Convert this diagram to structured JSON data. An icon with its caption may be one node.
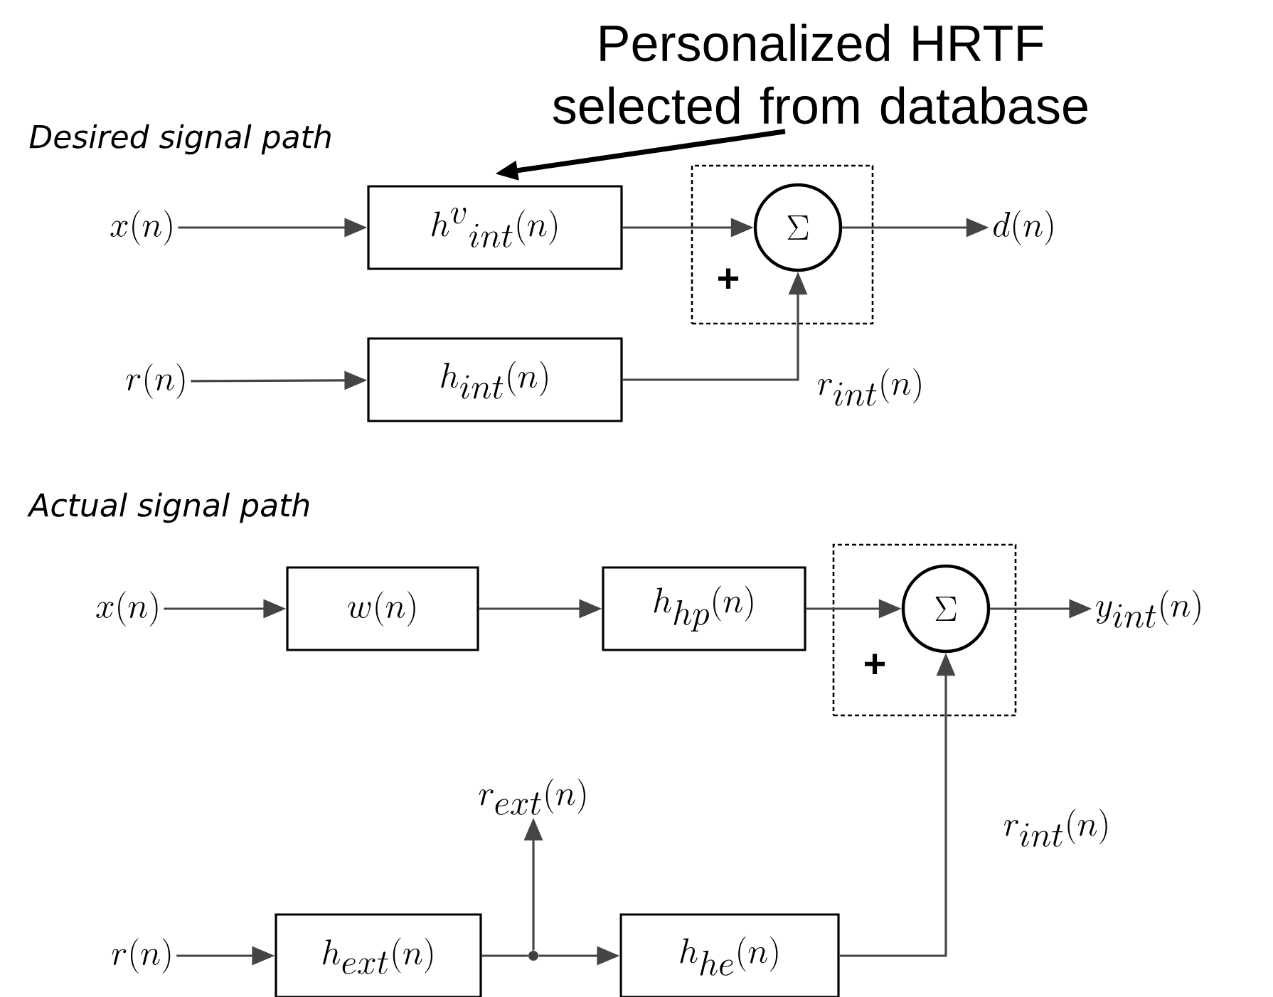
{
  "diagram": {
    "nodes": [
      {
        "text": [
          "Personalized HRTF selected from database"
        ]
      },
      {
        "text": [
          "x(n)"
        ]
      },
      {
        "text": [
          "h^{v}{}_{int}(n)"
        ]
      },
      {
        "text": [
          "+"
        ]
      },
      {
        "text": [
          "\\Sigma"
        ],
        "in": 3
      },
      {
        "text": [
          "d(n)"
        ]
      },
      {
        "text": [
          "r(n)"
        ]
      },
      {
        "text": [
          "h_{int}(n)"
        ]
      },
      {
        "text": [
          "x(n)"
        ]
      },
      {
        "text": [
          "w(n)"
        ]
      },
      {
        "text": [
          "h_{hp}(n)"
        ]
      },
      {
        "text": [
          "+"
        ]
      },
      {
        "text": [
          "\\Sigma"
        ],
        "in": 11
      },
      {
        "text": [
          "y_{int}(n)"
        ]
      },
      {
        "text": [
          "r(n)"
        ]
      },
      {
        "text": [
          "h_{ext}(n)"
        ]
      },
      {
        "text": [],
        "shape": "circle"
      },
      {
        "text": [
          "r_{ext}(n)"
        ]
      },
      {
        "text": [
          "h_{he}(n)"
        ]
      }
    ],
    "edges": [
      {
        "from": 0,
        "to": 2,
        "arrow": "to",
        "style": "thick",
        "color": "#000000"
      },
      {
        "from": 1,
        "to": 2,
        "arrow": "to"
      },
      {
        "from": 2,
        "to": 4,
        "arrow": "to"
      },
      {
        "from": 4,
        "to": 5,
        "arrow": "to"
      },
      {
        "from": 6,
        "to": 7,
        "arrow": "to"
      },
      {
        "from": 7,
        "to": 4,
        "arrow": "to",
        "label": "r_{int}(n)"
      },
      {
        "from": 8,
        "to": 9,
        "arrow": "to"
      },
      {
        "from": 9,
        "to": 10,
        "arrow": "to"
      },
      {
        "from": 10,
        "to": 12,
        "arrow": "to"
      },
      {
        "from": 12,
        "to": 13,
        "arrow": "to"
      },
      {
        "from": 14,
        "to": 15,
        "arrow": "to"
      },
      {
        "from": 15,
        "to": 16,
        "arrow": "none"
      },
      {
        "from": 16,
        "to": 17,
        "arrow": "to"
      },
      {
        "from": 16,
        "to": 18,
        "arrow": "to"
      },
      {
        "from": 18,
        "to": 12,
        "arrow": "to",
        "label": "r_{int}(n)"
      }
    ],
    "labels": [
      "Desired signal path",
      "Actual signal path"
    ]
  }
}
